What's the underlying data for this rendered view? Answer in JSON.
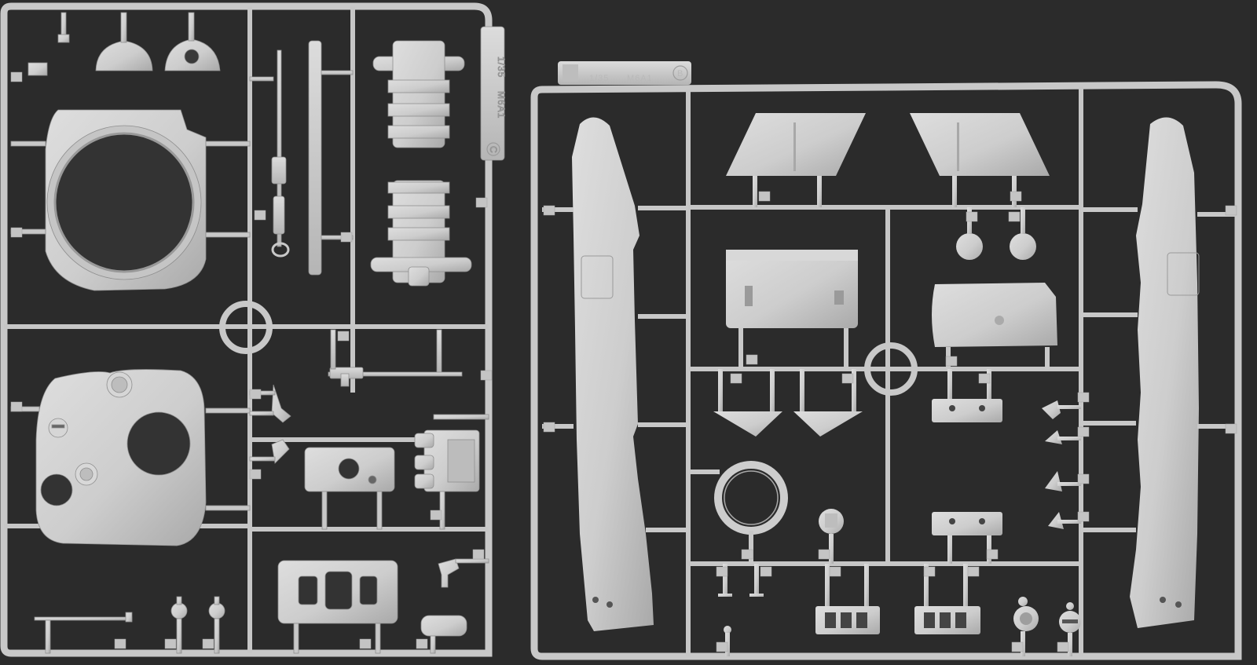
{
  "scene": {
    "background_color": "#2b2b2b",
    "plastic_color": "#cbcbcb"
  },
  "sprue_c": {
    "scale_label": "1/35",
    "model_label": "M6A1",
    "sprue_letter": "C"
  },
  "sprue_b": {
    "scale_label": "1/35",
    "model_label": "M6A1",
    "sprue_letter": "B"
  }
}
